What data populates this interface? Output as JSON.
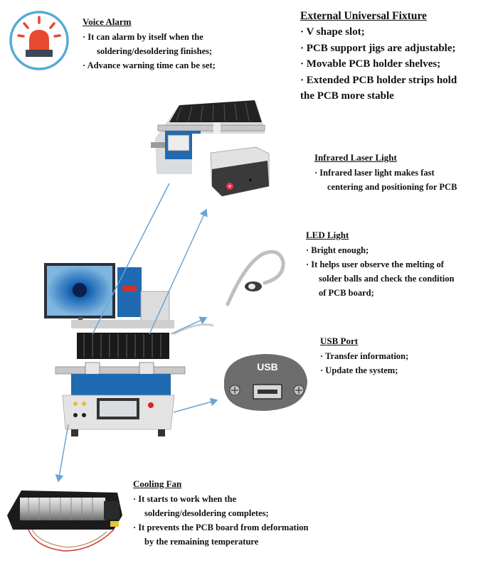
{
  "voice_alarm": {
    "title": "Voice Alarm",
    "lines": [
      "· It can alarm by itself when the",
      "soldering/desoldering finishes;",
      "· Advance warning time can be set;"
    ]
  },
  "fixture": {
    "title": "External Universal Fixture",
    "lines": [
      "· V shape slot;",
      "· PCB support jigs are adjustable;",
      "· Movable PCB holder shelves;",
      "· Extended PCB holder strips hold",
      "the PCB more stable"
    ]
  },
  "laser": {
    "title": "Infrared Laser Light",
    "lines": [
      "· Infrared laser light makes fast",
      "centering and positioning for PCB"
    ]
  },
  "led": {
    "title": "LED Light",
    "lines": [
      "· Bright enough;",
      "· It helps user observe the melting of",
      "solder balls and check the condition",
      "of PCB board;"
    ]
  },
  "usb": {
    "title": "USB Port",
    "lines": [
      "· Transfer information;",
      "· Update the system;"
    ],
    "port_label": "USB"
  },
  "fan": {
    "title": "Cooling Fan",
    "lines": [
      "· It starts to work when the",
      "soldering/desoldering completes;",
      "· It prevents the PCB board from deformation",
      "by the remaining temperature"
    ]
  },
  "icons": {
    "alarm": "alarm-siren-icon"
  },
  "colors": {
    "alarm_ring": "#57a9d6",
    "alarm_red": "#e8482e",
    "arrow": "#6aa4d4",
    "machine_blue": "#1f6ab0"
  }
}
